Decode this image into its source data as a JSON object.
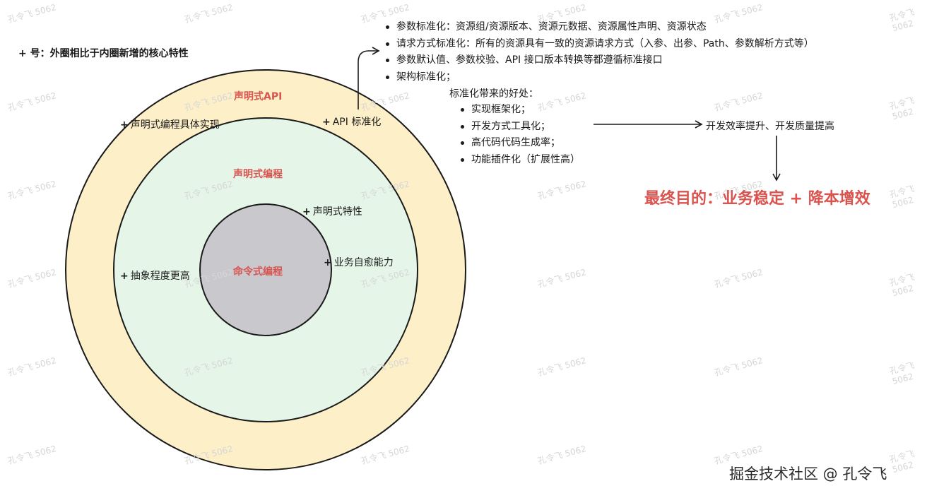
{
  "legend": "+ 号：外圈相比于内圈新增的核心特性",
  "rings": {
    "outer": {
      "title": "声明式API",
      "features": [
        "声明式编程具体实现",
        "API 标准化"
      ],
      "fill": "#fdefc8"
    },
    "middle": {
      "title": "声明式编程",
      "features": [
        "声明式特性",
        "抽象程度更高",
        "业务自愈能力"
      ],
      "fill": "#e5f6e9"
    },
    "inner": {
      "title": "命令式编程",
      "fill": "#c8c8cd"
    }
  },
  "standardization": [
    "参数标准化：资源组/资源版本、资源元数据、资源属性声明、资源状态",
    "请求方式标准化：所有的资源具有一致的资源请求方式（入参、出参、Path、参数解析方式等）",
    "参数默认值、参数校验、API 接口版本转换等都遵循标准接口",
    "架构标准化；"
  ],
  "benefits": {
    "title": "标准化带来的好处：",
    "items": [
      "实现框架化；",
      "开发方式工具化；",
      "高代码代码生成率；",
      "功能插件化（扩展性高）"
    ]
  },
  "result": "开发效率提升、开发质量提高",
  "goal": "最终目的：业务稳定 + 降本增效",
  "brand": "掘金技术社区 @ 孔令飞",
  "watermark": "孔令飞 5062",
  "colors": {
    "accent": "#d9534f",
    "ring_stroke": "#1a1a1a"
  }
}
